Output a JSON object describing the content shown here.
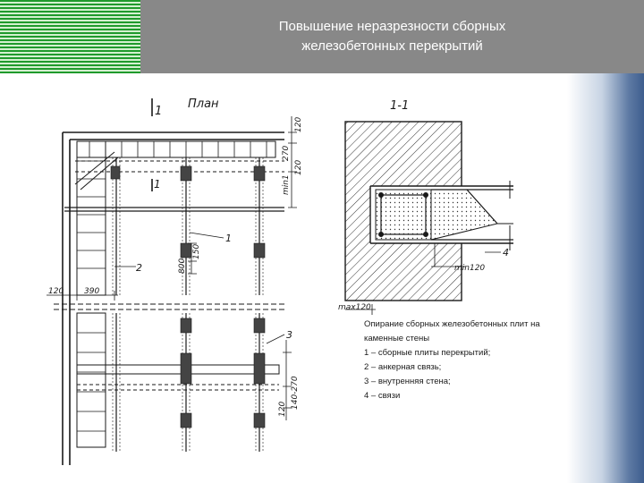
{
  "slide": {
    "title_line1": "Повышение неразрезности сборных",
    "title_line2": "железобетонных перекрытий",
    "caption": [
      "Опирание сборных железобетонных плит на",
      "каменные стены",
      "1 – сборные плиты перекрытий;",
      "2 – анкерная связь;",
      "3 – внутренняя стена;",
      "4 – связи"
    ]
  },
  "drawing": {
    "plan_title": "План",
    "section_title": "1-1",
    "cut_mark_top": "1",
    "cut_mark_mid": "1",
    "leader_1": "1",
    "leader_2": "2",
    "leader_3": "3",
    "leader_4": "4",
    "dim_120_a": "120",
    "dim_270": "270",
    "dim_120_b": "120",
    "dim_min1": "min1",
    "dim_800": "800",
    "dim_150": "150",
    "dim_left_120": "120",
    "dim_390": "390",
    "dim_140_270": "140-270",
    "dim_120_c": "120",
    "dim_min120": "min120",
    "dim_max120": "max120"
  },
  "colors": {
    "title_bg": "#888888",
    "stripe_green": "#1f9a2c",
    "stripe_light": "#d4f0d0",
    "accent_blue": "#3e5e8e"
  }
}
